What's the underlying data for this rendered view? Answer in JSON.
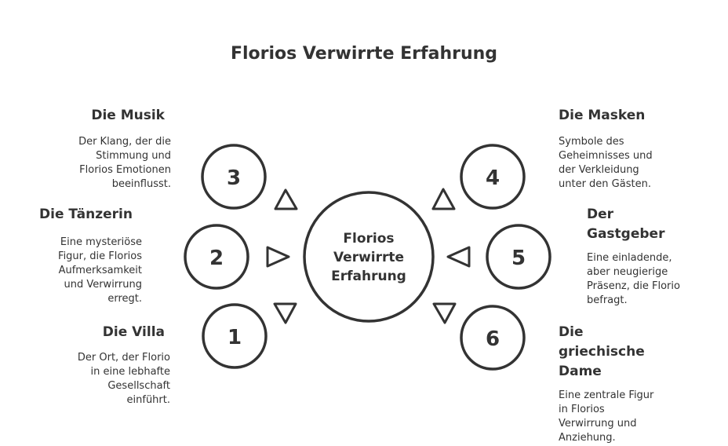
{
  "title": "Florios Verwirrte Erfahrung",
  "center": {
    "lines": [
      "Florios",
      "Verwirrte",
      "Erfahrung"
    ]
  },
  "items": [
    {
      "number": "1",
      "heading": "Die Villa",
      "description": [
        "Der Ort, der Florio",
        "in eine lebhafte",
        "Gesellschaft",
        "einführt."
      ]
    },
    {
      "number": "2",
      "heading": "Die Tänzerin",
      "description": [
        "Eine mysteriöse",
        "Figur, die Florios",
        "Aufmerksamkeit",
        "und Verwirrung",
        "erregt."
      ]
    },
    {
      "number": "3",
      "heading": "Die Musik",
      "description": [
        "Der Klang, der die",
        "Stimmung und",
        "Florios Emotionen",
        "beeinflusst."
      ]
    },
    {
      "number": "4",
      "heading": "Die Masken",
      "description": [
        "Symbole des",
        "Geheimnisses und",
        "der Verkleidung",
        "unter den Gästen."
      ]
    },
    {
      "number": "5",
      "heading": "Der Gastgeber",
      "description": [
        "Eine einladende,",
        "aber neugierige",
        "Präsenz, die Florio",
        "befragt."
      ]
    },
    {
      "number": "6",
      "heading": "Die griechische Dame",
      "description": [
        "Eine zentrale Figur",
        "in Florios",
        "Verwirrung und",
        "Anziehung."
      ]
    }
  ]
}
